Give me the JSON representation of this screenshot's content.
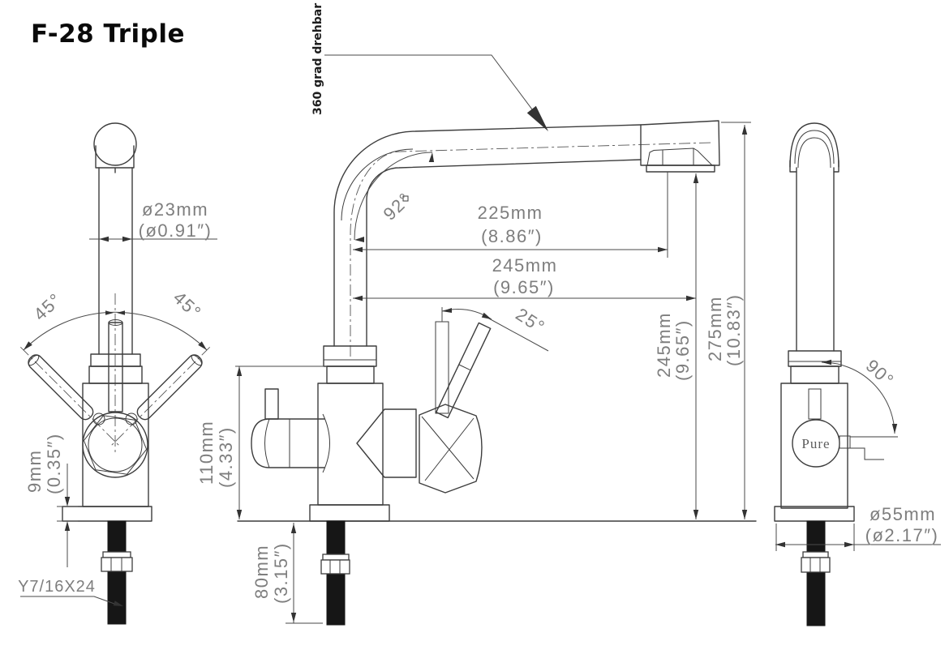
{
  "title": "F-28 Triple",
  "annotations": {
    "swivel_note": "360 grad drehbar",
    "front": {
      "spout_diameter_mm": "ø23mm",
      "spout_diameter_in": "(ø0.91″)",
      "handle_angle_left": "45°",
      "handle_angle_right": "45°",
      "base_thickness_mm": "9mm",
      "base_thickness_in": "(0.35″)",
      "thread_spec": "Y7/16X24"
    },
    "side": {
      "bend_angle": "92°",
      "spout_reach_mm": "225mm",
      "spout_reach_in": "(8.86″)",
      "total_reach_mm": "245mm",
      "total_reach_in": "(9.65″)",
      "lever_angle": "25°",
      "body_height_mm": "110mm",
      "body_height_in": "(4.33″)",
      "under_counter_mm": "80mm",
      "under_counter_in": "(3.15″)",
      "spout_height_mm": "245mm",
      "spout_height_in": "(9.65″)",
      "total_height_mm": "275mm",
      "total_height_in": "(10.83″)"
    },
    "back": {
      "swivel_angle": "90°",
      "pure_label": "Pure",
      "base_diameter_mm": "ø55mm",
      "base_diameter_in": "(ø2.17″)"
    }
  },
  "colors": {
    "line": "#3d3d3d",
    "dimension_text": "#7e7e7e",
    "title_text": "#0a0a0a",
    "rod_fill": "#161616",
    "background": "#ffffff"
  }
}
